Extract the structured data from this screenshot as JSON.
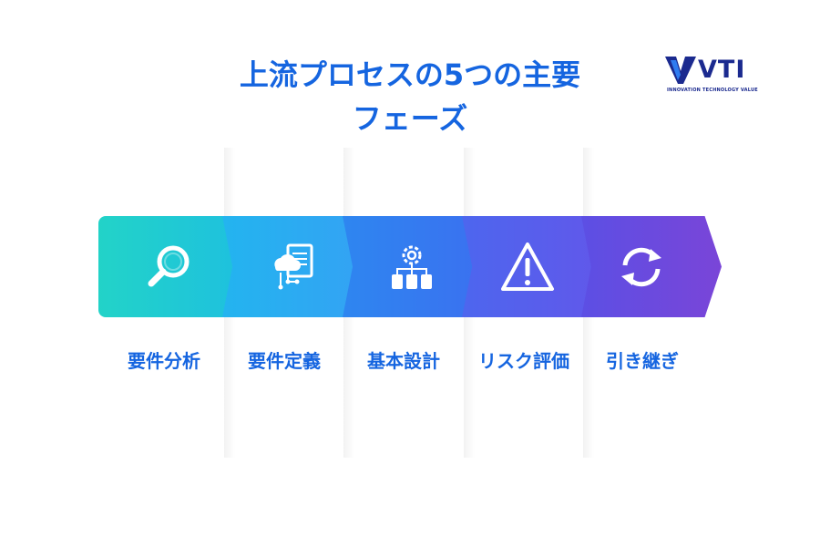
{
  "title": {
    "line1": "上流プロセスの5つの主要",
    "line2": "フェーズ"
  },
  "logo": {
    "text": "VTI",
    "tagline": "INNOVATION TECHNOLOGY VALUE"
  },
  "phases": [
    {
      "label": "要件分析",
      "icon": "magnifier-icon",
      "color_from": "#22d3c8",
      "color_to": "#1ec0df"
    },
    {
      "label": "要件定義",
      "icon": "cloud-document-icon",
      "color_from": "#23b4ef",
      "color_to": "#34a2f4"
    },
    {
      "label": "基本設計",
      "icon": "gear-network-icon",
      "color_from": "#2e86f0",
      "color_to": "#3b70f0"
    },
    {
      "label": "リスク評価",
      "icon": "warning-icon",
      "color_from": "#4d66ee",
      "color_to": "#6257ea"
    },
    {
      "label": "引き継ぎ",
      "icon": "refresh-icon",
      "color_from": "#5c4fe4",
      "color_to": "#7a45d8"
    }
  ]
}
